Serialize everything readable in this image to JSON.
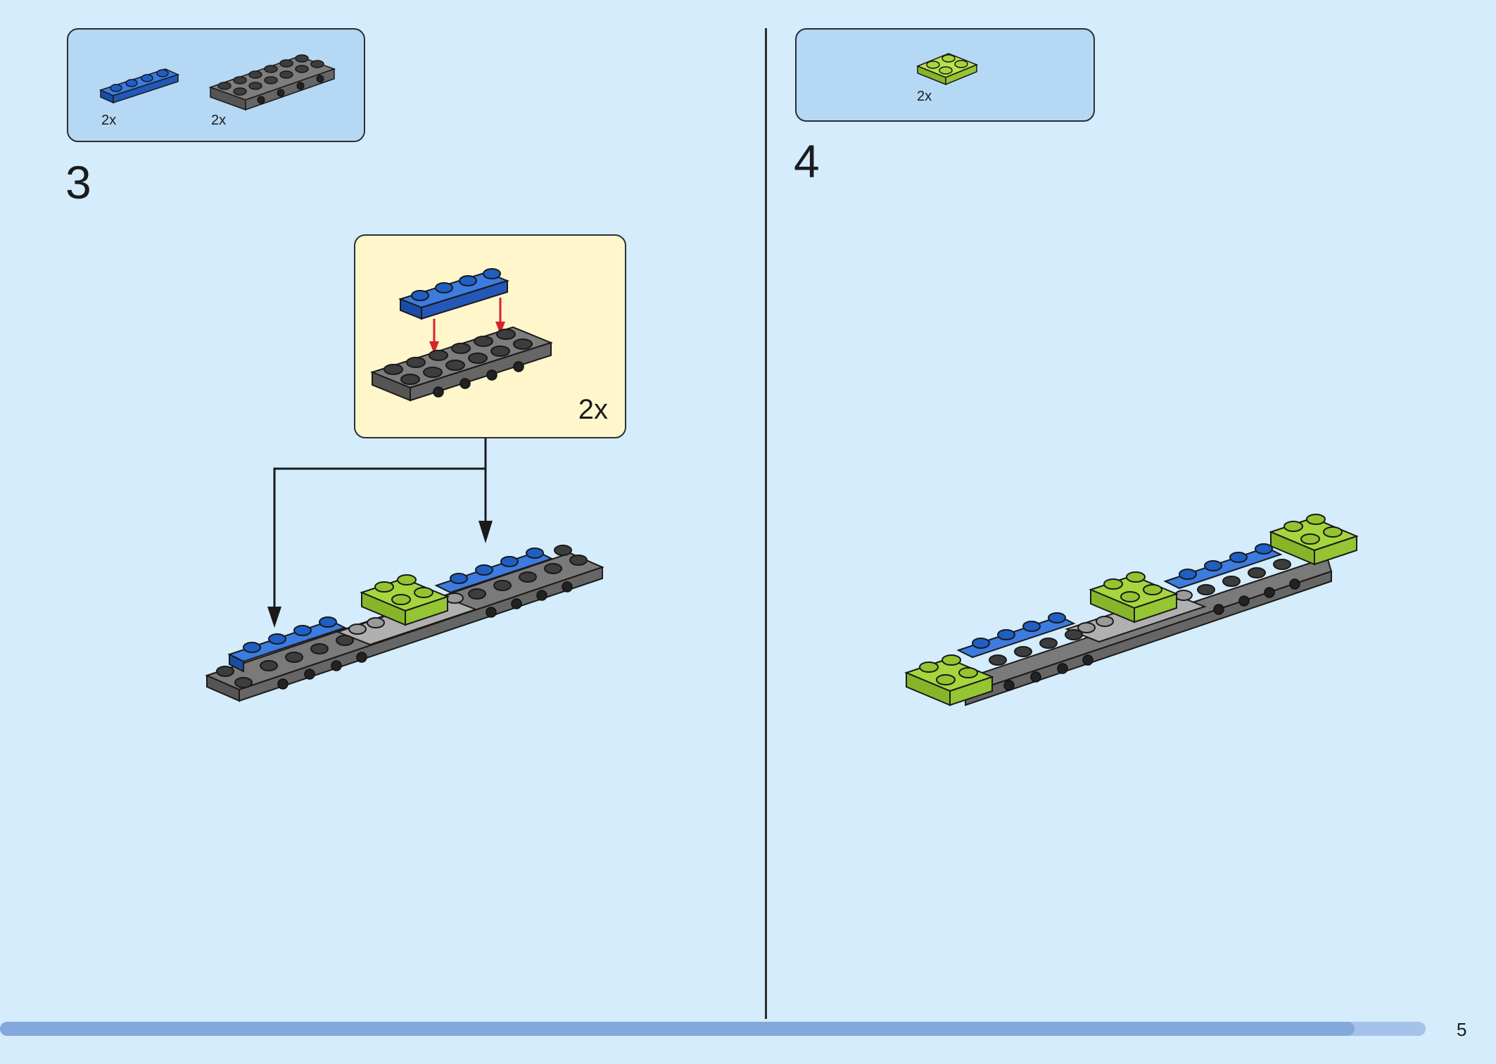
{
  "step3": {
    "number": "3",
    "parts": [
      {
        "name": "blue 1x4 plate",
        "qty": "2x"
      },
      {
        "name": "dark grey 2x6 plate",
        "qty": "2x"
      }
    ],
    "callout_qty": "2x"
  },
  "step4": {
    "number": "4",
    "parts": [
      {
        "name": "lime 2x2 plate",
        "qty": "2x"
      }
    ]
  },
  "footer": {
    "page_number": "5",
    "progress_fraction": 0.95
  },
  "colors": {
    "background": "#d4ecfb",
    "parts_box": "#b5d8f5",
    "callout": "#fff6cc",
    "blue_brick": "#1f5fc4",
    "grey_brick": "#6b6b6b",
    "light_grey_brick": "#a8a8a8",
    "lime_brick": "#a6d63d",
    "arrow_red": "#d8232a"
  }
}
